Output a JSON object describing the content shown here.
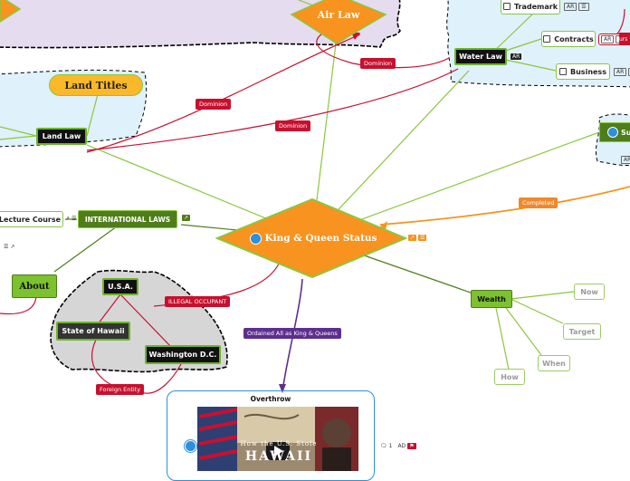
{
  "center": {
    "label": "King & Queen Status",
    "icons": "↗☰"
  },
  "topics": {
    "air_law": "Air Law",
    "land_titles": "Land Titles",
    "land_law": "Land Law",
    "water_law": "Water Law",
    "trademark": "Trademark",
    "contracts": "Contracts",
    "business": "Business",
    "contracts_partial": "urs",
    "su_partial": "Su",
    "international_laws": "INTERNATIONAL LAWS",
    "lecture_course": "Lecture Course",
    "about": "About",
    "usa": "U.S.A.",
    "state_of_hawaii": "State of Hawaii",
    "washington_dc": "Washington D.C.",
    "wealth": "Wealth",
    "now": "Now",
    "target": "Target",
    "when": "When",
    "how": "How",
    "overthrow": "Overthrow"
  },
  "relations": {
    "dominion_1": "Dominion",
    "dominion_2": "Dominion",
    "dominion_3": "Dominion",
    "completed": "Completed",
    "illegal_occupant": "ILLEGAL OCCUPANT",
    "ordained": "Ordained All as King & Queens",
    "foreign_entity": "Foreign Entity"
  },
  "badges": {
    "ar": "AR",
    "ad": "AD",
    "comment_count": "1",
    "note": "☰"
  },
  "video": {
    "title_top": "How the U.S. Stole",
    "title_big": "HAWAII"
  },
  "colors": {
    "orange": "#f7931e",
    "lime": "#7cc12e",
    "dark_green": "#4e7d1a",
    "red": "#c8102e",
    "purple_region": "#e5dcef",
    "blue_region": "#dff1fa",
    "gray_region": "#d6d6d6"
  }
}
